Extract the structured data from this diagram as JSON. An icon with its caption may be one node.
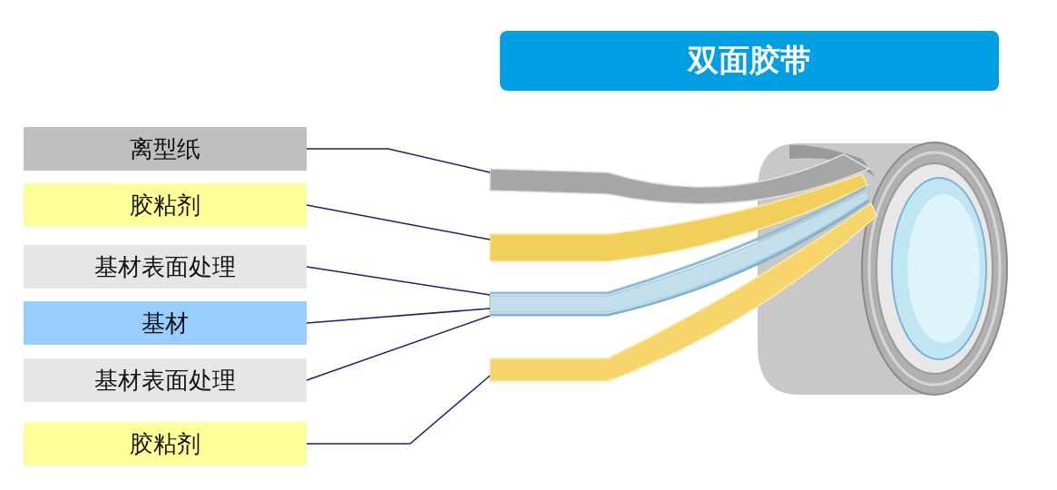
{
  "diagram": {
    "title": "双面胶带",
    "nodes": [
      {
        "text": [
          "离型纸"
        ]
      },
      {
        "text": [
          "胶粘剂"
        ]
      },
      {
        "text": [
          "基材表面处理"
        ]
      },
      {
        "text": [
          "基材"
        ]
      },
      {
        "text": [
          "基材表面处理"
        ]
      },
      {
        "text": [
          "胶粘剂"
        ]
      },
      {
        "text": [],
        "shape": "bar"
      },
      {
        "text": [],
        "shape": "bar"
      },
      {
        "text": [],
        "shape": "bar"
      },
      {
        "text": [],
        "shape": "bar"
      },
      {
        "text": [],
        "shape": "bar"
      },
      {
        "text": [],
        "shape": "bar"
      }
    ],
    "edges": [
      {
        "from": 0,
        "to": 6,
        "arrow": "none"
      },
      {
        "from": 1,
        "to": 7,
        "arrow": "none"
      },
      {
        "from": 2,
        "to": 8,
        "arrow": "none"
      },
      {
        "from": 3,
        "to": 9,
        "arrow": "none"
      },
      {
        "from": 4,
        "to": 10,
        "arrow": "none"
      },
      {
        "from": 5,
        "to": 11,
        "arrow": "none"
      }
    ]
  }
}
